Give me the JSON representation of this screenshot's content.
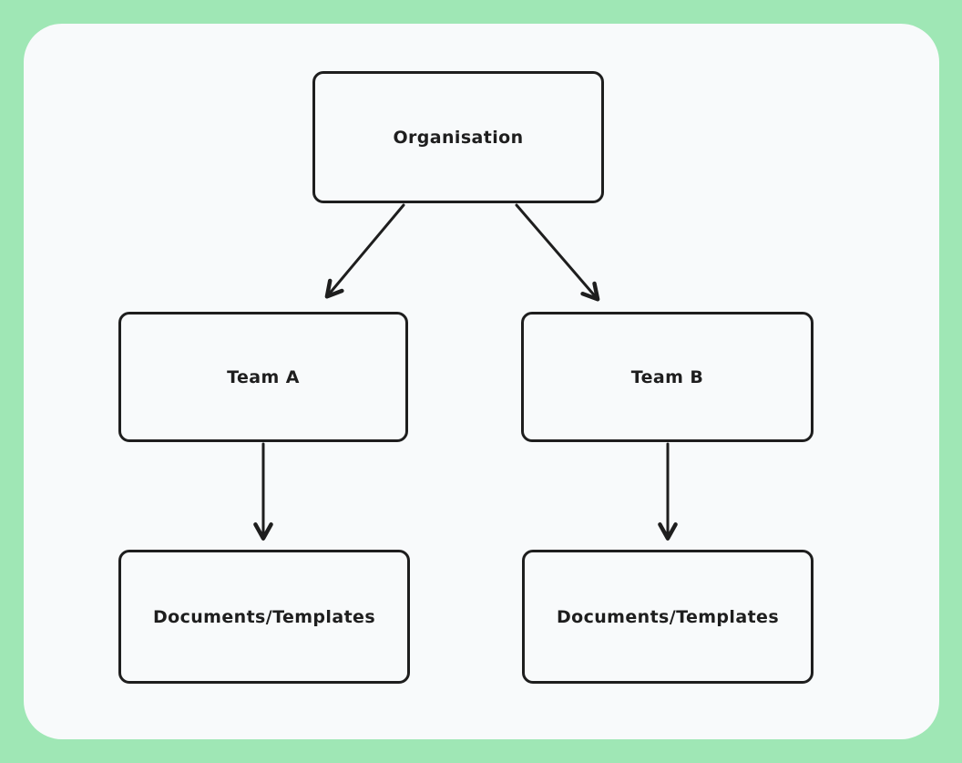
{
  "diagram": {
    "type": "flowchart",
    "nodes": [
      {
        "id": "organisation",
        "label": "Organisation"
      },
      {
        "id": "team-a",
        "label": "Team A"
      },
      {
        "id": "team-b",
        "label": "Team B"
      },
      {
        "id": "docs-a",
        "label": "Documents/Templates"
      },
      {
        "id": "docs-b",
        "label": "Documents/Templates"
      }
    ],
    "edges": [
      {
        "from": "organisation",
        "to": "team-a"
      },
      {
        "from": "organisation",
        "to": "team-b"
      },
      {
        "from": "team-a",
        "to": "docs-a"
      },
      {
        "from": "team-b",
        "to": "docs-b"
      }
    ],
    "colors": {
      "frame_background": "#9fe7b5",
      "canvas_background": "#f8fafb",
      "stroke": "#1e1e1e"
    }
  }
}
